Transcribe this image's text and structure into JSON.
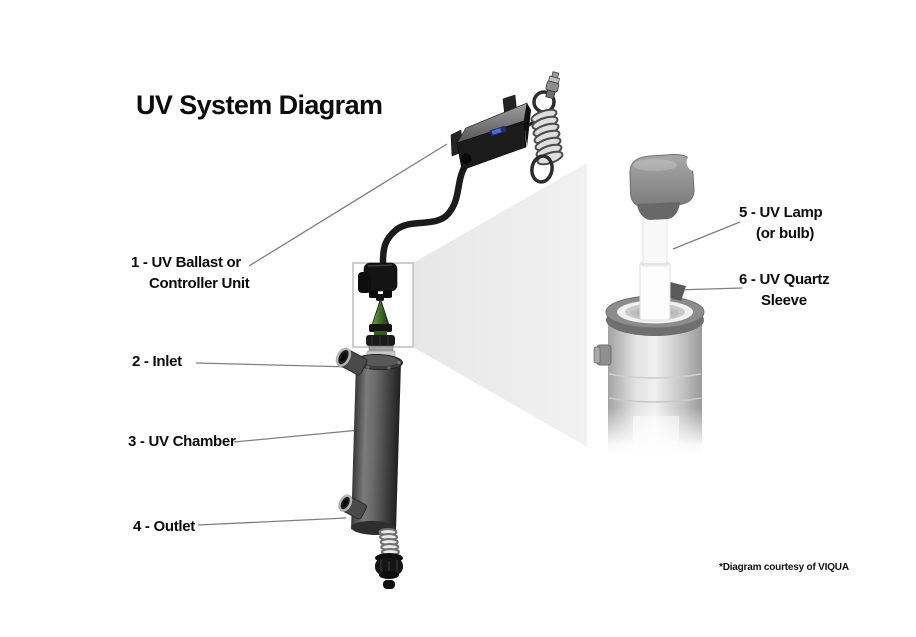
{
  "title": "UV System Diagram",
  "footnote": "*Diagram courtesy of VIQUA",
  "callouts": [
    {
      "id": 1,
      "label": "1 - UV Ballast or",
      "label2": "Controller Unit",
      "target": "ballast-controller-unit"
    },
    {
      "id": 2,
      "label": "2 - Inlet",
      "label2": "",
      "target": "inlet-port"
    },
    {
      "id": 3,
      "label": "3 - UV Chamber",
      "label2": "",
      "target": "uv-chamber"
    },
    {
      "id": 4,
      "label": "4 - Outlet",
      "label2": "",
      "target": "outlet-port"
    },
    {
      "id": 5,
      "label": "5 - UV Lamp",
      "label2": "(or bulb)",
      "target": "uv-lamp"
    },
    {
      "id": 6,
      "label": "6 - UV Quartz",
      "label2": "Sleeve",
      "target": "quartz-sleeve"
    }
  ],
  "colors": {
    "background": "#ffffff",
    "text": "#0c0c0c",
    "leader_line": "#7f7f7f",
    "zoom_beam": "#ececec",
    "chamber_dark": "#3a3a3a",
    "enlarged_cylinder": "#d9d9d9",
    "lamp_connector_green": "#4a7a2e"
  }
}
